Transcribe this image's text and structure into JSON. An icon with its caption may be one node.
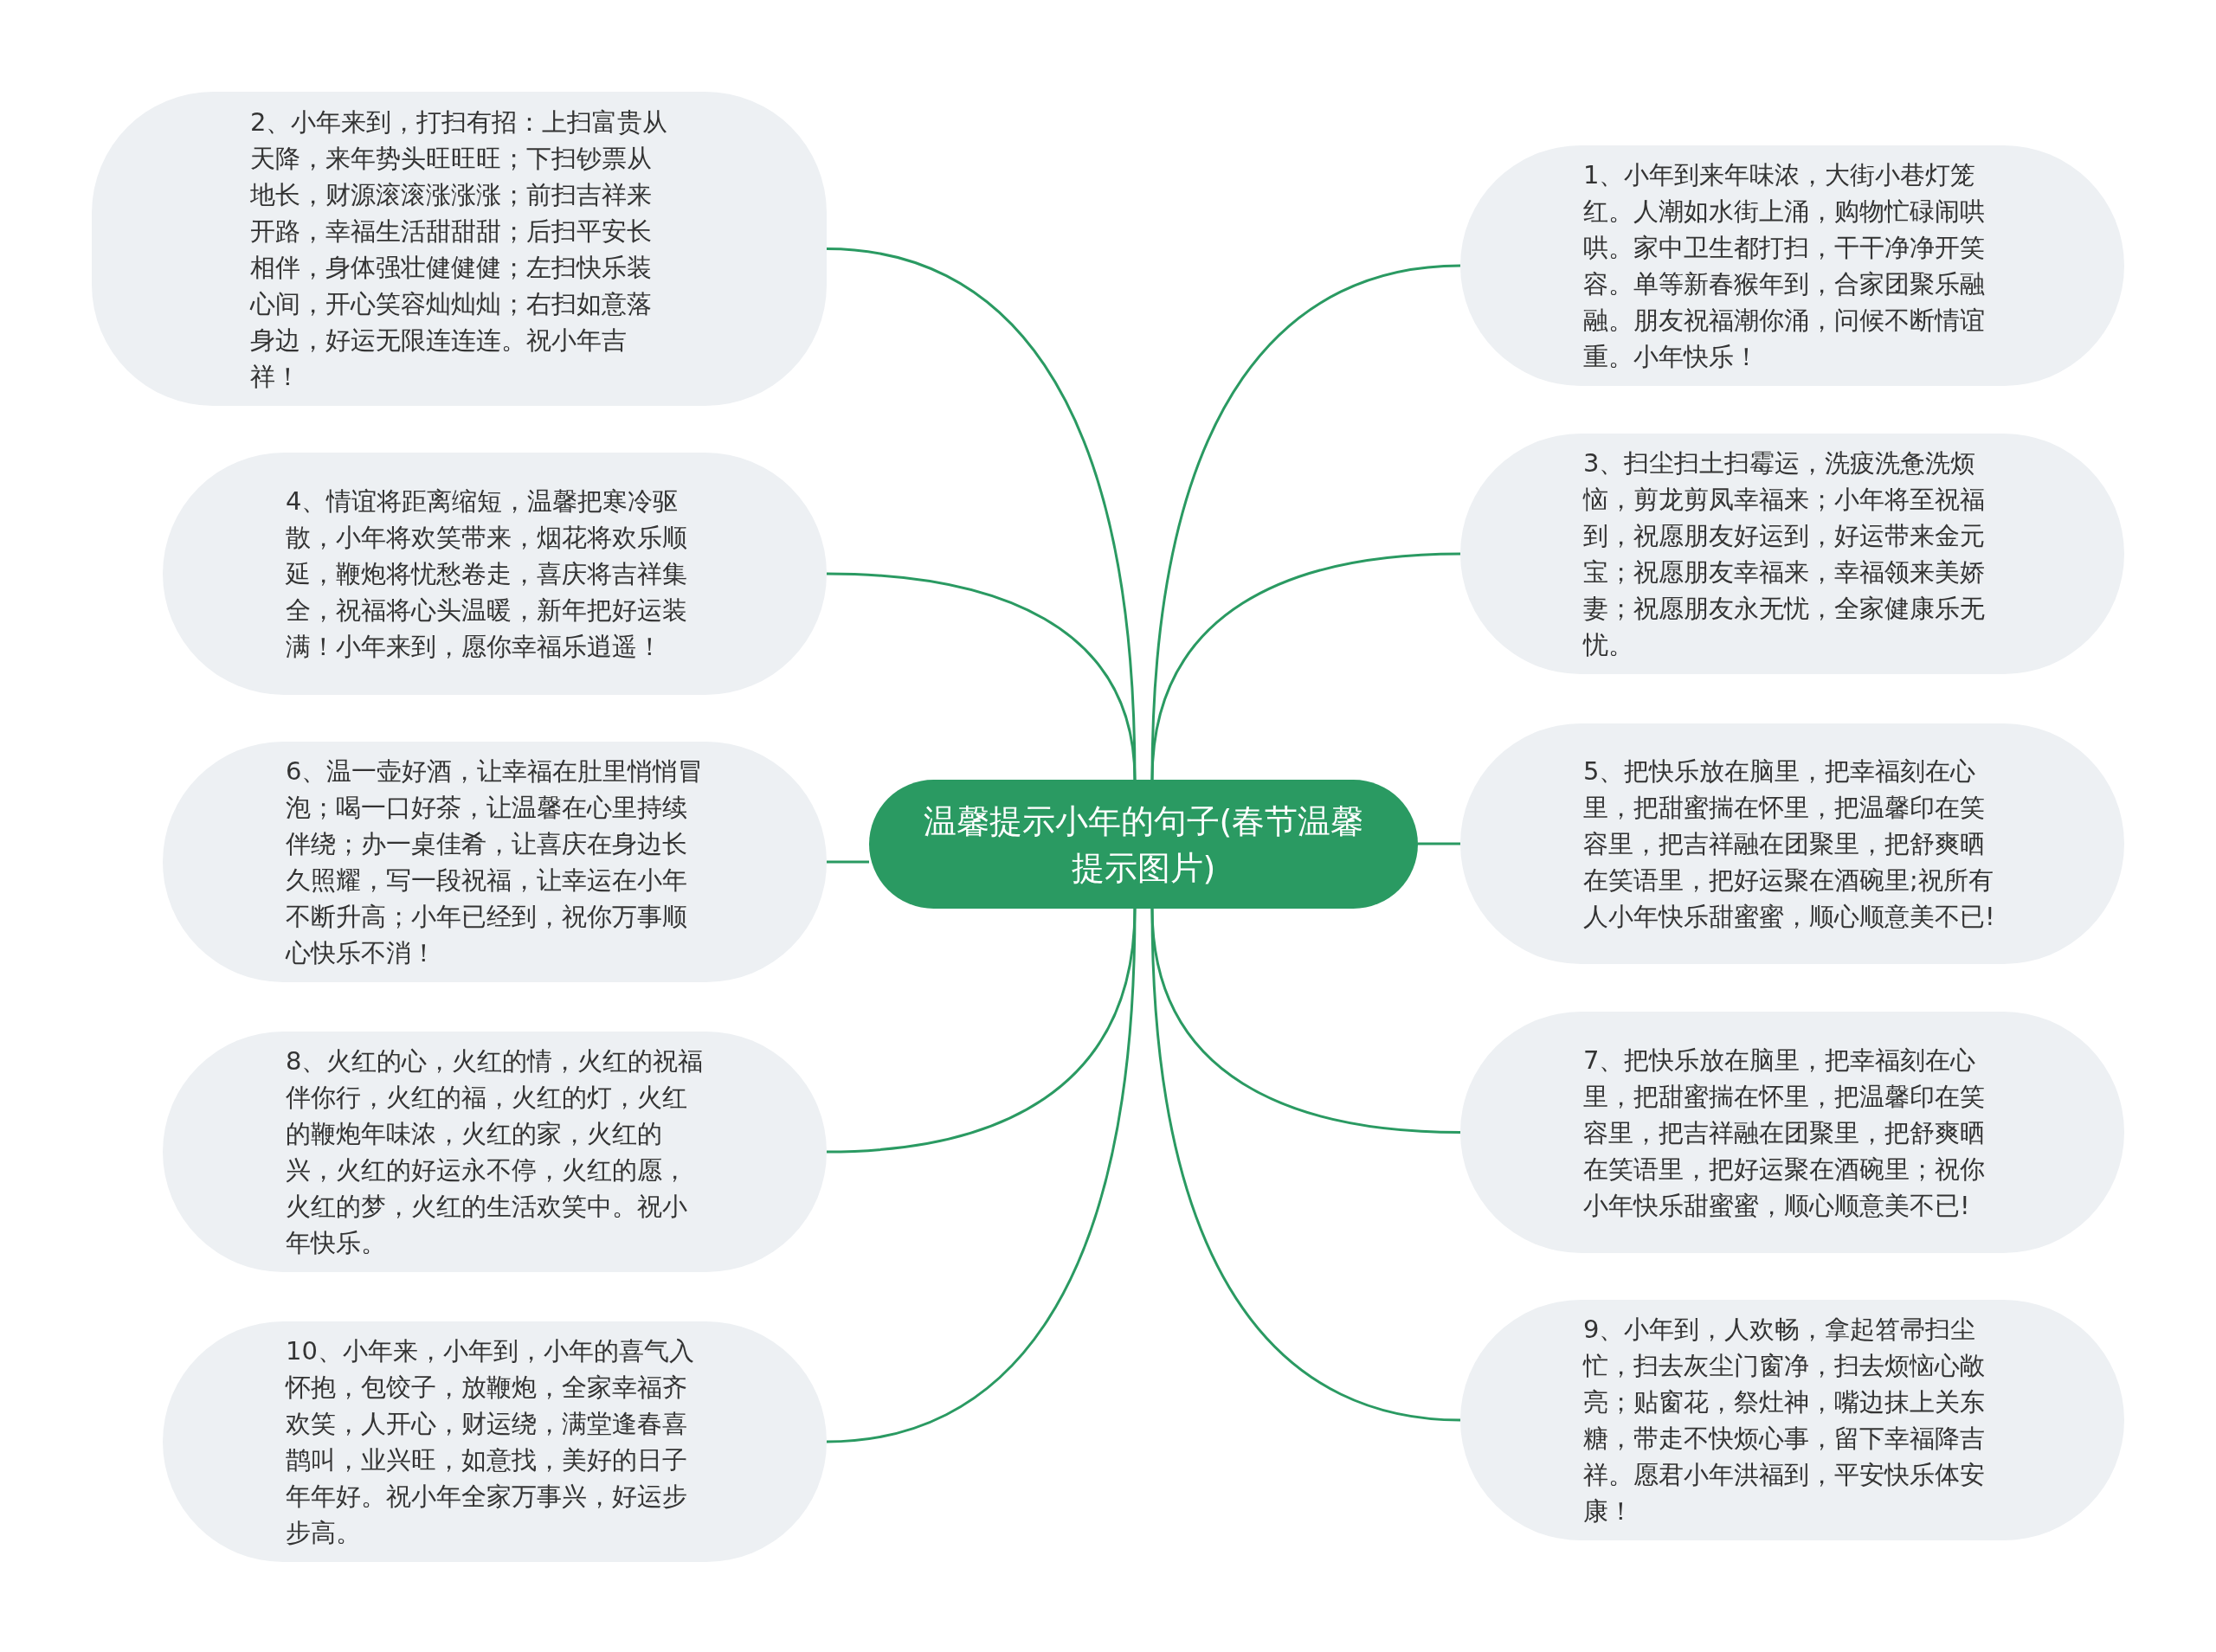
{
  "diagram": {
    "nodes": [
      {
        "text": [
          "温馨提示小年的句子(春节温馨提示图片)"
        ]
      },
      {
        "text": [
          "2、小年来到，打扫有招：上扫富贵从天降，来年势头旺旺旺；下扫钞票从地长，财源滚滚涨涨涨；前扫吉祥来开路，幸福生活甜甜甜；后扫平安长相伴，身体强壮健健健；左扫快乐装心间，开心笑容灿灿灿；右扫如意落身边，好运无限连连连。祝小年吉祥！"
        ]
      },
      {
        "text": [
          "1、小年到来年味浓，大街小巷灯笼红。人潮如水街上涌，购物忙碌闹哄哄。家中卫生都打扫，干干净净开笑容。单等新春猴年到，合家团聚乐融融。朋友祝福潮你涌，问候不断情谊重。小年快乐！"
        ]
      },
      {
        "text": [
          "4、情谊将距离缩短，温馨把寒冷驱散，小年将欢笑带来，烟花将欢乐顺延，鞭炮将忧愁卷走，喜庆将吉祥集全，祝福将心头温暖，新年把好运装满！小年来到，愿你幸福乐逍遥！"
        ]
      },
      {
        "text": [
          "3、扫尘扫土扫霉运，洗疲洗惫洗烦恼，剪龙剪凤幸福来；小年将至祝福到，祝愿朋友好运到，好运带来金元宝；祝愿朋友幸福来，幸福领来美娇妻；祝愿朋友永无忧，全家健康乐无忧。"
        ]
      },
      {
        "text": [
          "6、温一壶好酒，让幸福在肚里悄悄冒泡；喝一口好茶，让温馨在心里持续伴绕；办一桌佳肴，让喜庆在身边长久照耀，写一段祝福，让幸运在小年不断升高；小年已经到，祝你万事顺心快乐不消！"
        ]
      },
      {
        "text": [
          "5、把快乐放在脑里，把幸福刻在心里，把甜蜜揣在怀里，把温馨印在笑容里，把吉祥融在团聚里，把舒爽晒在笑语里，把好运聚在酒碗里;祝所有人小年快乐甜蜜蜜，顺心顺意美不已!"
        ]
      },
      {
        "text": [
          "8、火红的心，火红的情，火红的祝福伴你行，火红的福，火红的灯，火红的鞭炮年味浓，火红的家，火红的兴，火红的好运永不停，火红的愿，火红的梦，火红的生活欢笑中。祝小年快乐。"
        ]
      },
      {
        "text": [
          "7、把快乐放在脑里，把幸福刻在心里，把甜蜜揣在怀里，把温馨印在笑容里，把吉祥融在团聚里，把舒爽晒在笑语里，把好运聚在酒碗里；祝你小年快乐甜蜜蜜，顺心顺意美不已!"
        ]
      },
      {
        "text": [
          "10、小年来，小年到，小年的喜气入怀抱，包饺子，放鞭炮，全家幸福齐欢笑，人开心，财运绕，满堂逢春喜鹊叫，业兴旺，如意找，美好的日子年年好。祝小年全家万事兴，好运步步高。"
        ]
      },
      {
        "text": [
          "9、小年到，人欢畅，拿起笤帚扫尘忙，扫去灰尘门窗净，扫去烦恼心敞亮；贴窗花，祭灶神，嘴边抹上关东糖，带走不快烦心事，留下幸福降吉祥。愿君小年洪福到，平安快乐体安康！"
        ]
      }
    ],
    "edges": [
      {
        "from": 0,
        "to": 1,
        "arrow": "none"
      },
      {
        "from": 0,
        "to": 2,
        "arrow": "none"
      },
      {
        "from": 0,
        "to": 3,
        "arrow": "none"
      },
      {
        "from": 0,
        "to": 4,
        "arrow": "none"
      },
      {
        "from": 0,
        "to": 5,
        "arrow": "none"
      },
      {
        "from": 0,
        "to": 6,
        "arrow": "none"
      },
      {
        "from": 0,
        "to": 7,
        "arrow": "none"
      },
      {
        "from": 0,
        "to": 8,
        "arrow": "none"
      },
      {
        "from": 0,
        "to": 9,
        "arrow": "none"
      },
      {
        "from": 0,
        "to": 10,
        "arrow": "none"
      }
    ]
  }
}
